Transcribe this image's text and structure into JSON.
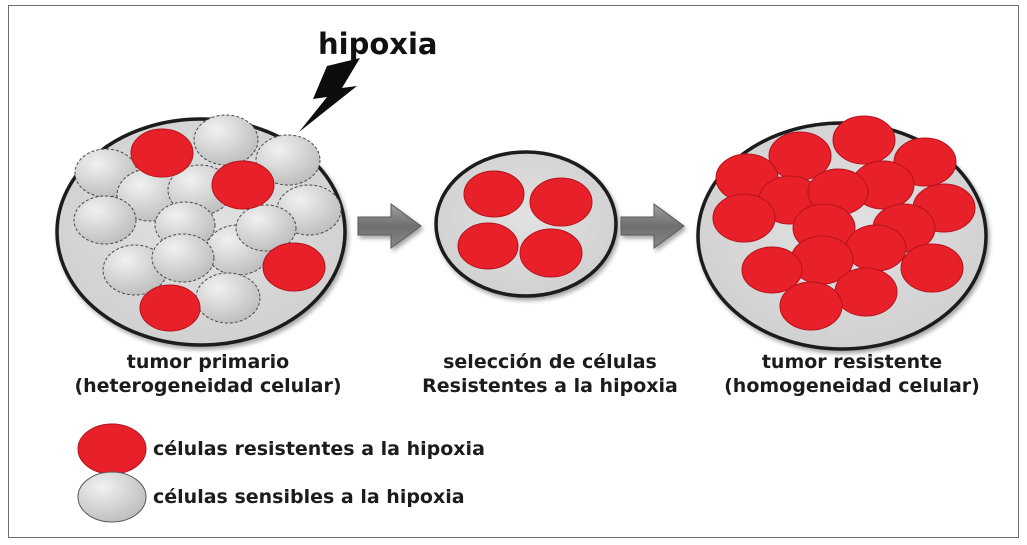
{
  "title": "hipoxia",
  "stages": [
    {
      "line1": "tumor primario",
      "line2": "(heterogeneidad celular)"
    },
    {
      "line1": "selección de células",
      "line2": "Resistentes a la hipoxia"
    },
    {
      "line1": "tumor resistente",
      "line2": "(homogeneidad celular)"
    }
  ],
  "legend": {
    "resistant": "células resistentes a la hipoxia",
    "sensitive": "células sensibles a la hipoxia"
  },
  "colors": {
    "resistant": "#e8202a",
    "sensitive": "#d4d4d4",
    "tumor_fill": "#dcdcdc",
    "arrow": "#7a7a7a"
  },
  "icons": [
    "lightning-bolt-icon",
    "right-arrow-icon"
  ]
}
